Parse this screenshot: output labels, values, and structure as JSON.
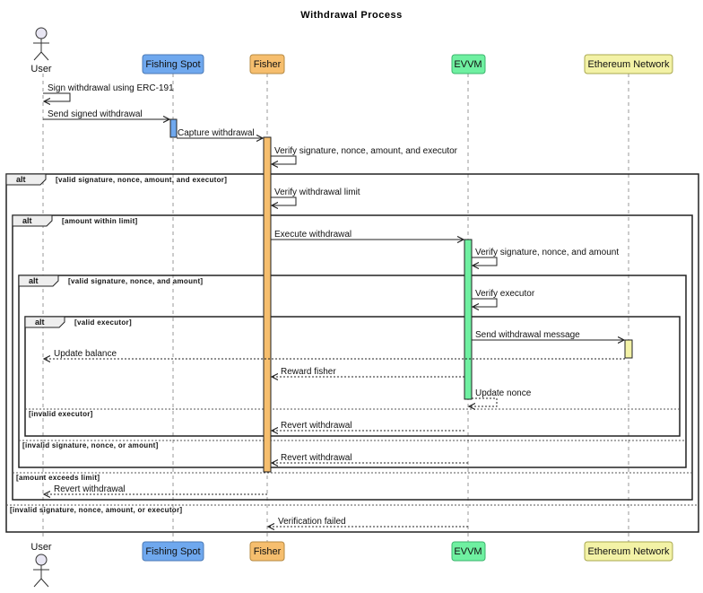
{
  "title": "Withdrawal Process",
  "participants": [
    {
      "label": "User",
      "type": "actor"
    },
    {
      "label": "Fishing Spot",
      "color": "#6fa8ee"
    },
    {
      "label": "Fisher",
      "color": "#f6be6e"
    },
    {
      "label": "EVVM",
      "color": "#6ff0a1"
    },
    {
      "label": "Ethereum Network",
      "color": "#f3f2a6"
    }
  ],
  "messages": [
    {
      "label": "Sign withdrawal using ERC-191",
      "from": "User",
      "to": "User",
      "style": "solid"
    },
    {
      "label": "Send signed withdrawal",
      "from": "User",
      "to": "Fishing Spot",
      "style": "solid"
    },
    {
      "label": "Capture withdrawal",
      "from": "Fishing Spot",
      "to": "Fisher",
      "style": "solid"
    },
    {
      "label": "Verify signature, nonce, amount, and executor",
      "from": "Fisher",
      "to": "Fisher",
      "style": "solid"
    },
    {
      "label": "Verify withdrawal limit",
      "from": "Fisher",
      "to": "Fisher",
      "style": "solid"
    },
    {
      "label": "Execute withdrawal",
      "from": "Fisher",
      "to": "EVVM",
      "style": "solid"
    },
    {
      "label": "Verify signature, nonce, and amount",
      "from": "EVVM",
      "to": "EVVM",
      "style": "solid"
    },
    {
      "label": "Verify executor",
      "from": "EVVM",
      "to": "EVVM",
      "style": "solid"
    },
    {
      "label": "Send withdrawal message",
      "from": "EVVM",
      "to": "Ethereum Network",
      "style": "solid"
    },
    {
      "label": "Update balance",
      "from": "Ethereum Network",
      "to": "User",
      "style": "dashed"
    },
    {
      "label": "Reward fisher",
      "from": "EVVM",
      "to": "Fisher",
      "style": "dashed"
    },
    {
      "label": "Update nonce",
      "from": "EVVM",
      "to": "EVVM",
      "style": "dashed"
    },
    {
      "label": "Revert withdrawal",
      "from": "EVVM",
      "to": "Fisher",
      "style": "dashed"
    },
    {
      "label": "Revert withdrawal",
      "from": "EVVM",
      "to": "Fisher",
      "style": "dashed"
    },
    {
      "label": "Revert withdrawal",
      "from": "Fisher",
      "to": "User",
      "style": "dashed"
    },
    {
      "label": "Verification failed",
      "from": "EVVM",
      "to": "Fisher",
      "style": "dashed"
    }
  ],
  "fragments": [
    {
      "type": "alt",
      "guard": "[valid signature, nonce, amount, and executor]",
      "else_guard": "[invalid signature, nonce, amount, or executor]"
    },
    {
      "type": "alt",
      "guard": "[amount within limit]",
      "else_guard": "[amount exceeds limit]"
    },
    {
      "type": "alt",
      "guard": "[valid signature, nonce, and amount]",
      "else_guard": "[invalid signature, nonce, or amount]"
    },
    {
      "type": "alt",
      "guard": "[valid executor]",
      "else_guard": "[invalid executor]"
    }
  ]
}
